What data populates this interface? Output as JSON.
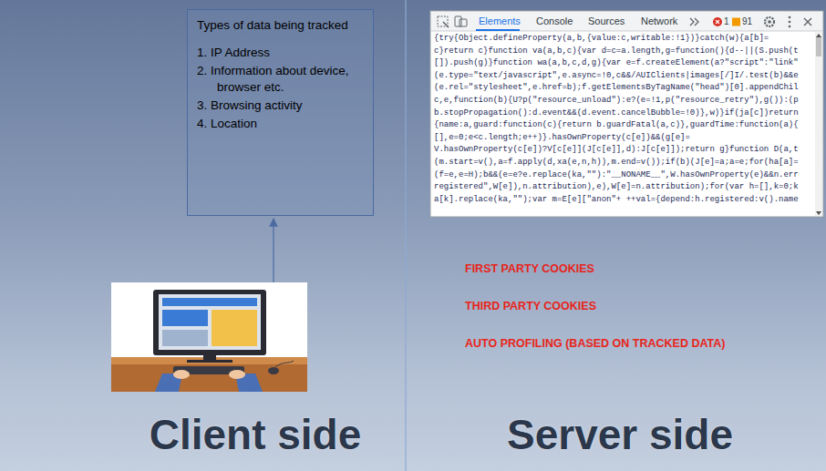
{
  "diagram": {
    "nodes": [
      {
        "text": [
          "Types of data being tracked",
          "1. IP Address",
          "2. Information about device, browser etc.",
          "3. Browsing activity",
          "4. Location"
        ]
      }
    ],
    "labels": [
      "Elements",
      "Console",
      "Sources",
      "Network",
      "1",
      "91",
      "{try{Object.defineProperty(a,b,{value:c,writable:!1})}catch(w){a[b]=",
      "c}return c}function va(a,b,c){var d=c=a.length,g=function(){d--||(S.push(t",
      "[]).push(g)}function wa(a,b,c,d,g){var e=f.createElement(a?\"script\":\"link\"",
      "(e.type=\"text/javascript\",e.async=!0,c&&/AUIClients|images[/]I/.test(b)&&e",
      "(e.rel=\"stylesheet\",e.href=b);f.getElementsByTagName(\"head\")[0].appendChil",
      "c,e,function(b){U?p(\"resource_unload\"):e?(e=!1,p(\"resource_retry\"),g()):(p",
      "b.stopPropagation():d.event&&(d.event.cancelBubble=!0)},w)}if(ja[c])return",
      "{name:a,guard:function(c){return b.guardFatal(a,c)},guardTime:function(a){",
      "[],e=0;e<c.length;e++)}.hasOwnProperty(c[e])&&(g[e]=",
      "V.hasOwnProperty(c[e])?V[c[e]](J[c[e]],d):J[c[e]]);return g}function D(a,t",
      "(m.start=v(),a=f.apply(d,xa(e,n,h)),m.end=v());if(b)(J[e]=a;a=e;for(ha[a]=",
      "(f=e,e=H);b&&(e=e?e.replace(ka,\"\"):\"__NONAME__\",W.hasOwnProperty(e)&&n.err",
      "registered\",W[e]),n.attribution),e),W[e]=n.attribution);for(var h=[],k=0;k",
      "a[k].replace(ka,\"\");var m=E[e][\"anon\"+ ++val={depend:h.registered:v().name",
      "FIRST PARTY COOKIES",
      "THIRD PARTY COOKIES",
      "AUTO PROFILING (BASED ON TRACKED DATA)",
      "Client side",
      "Server side"
    ]
  }
}
